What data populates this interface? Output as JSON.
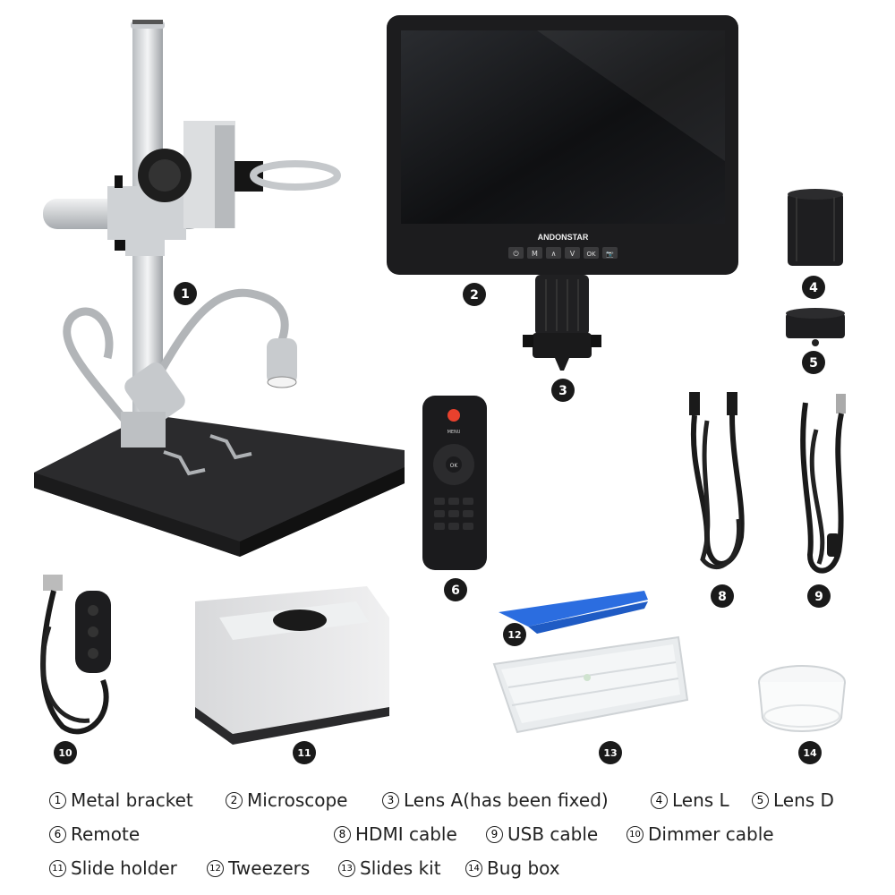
{
  "brand_text": "ANDONSTAR",
  "screen_buttons": [
    "⏻",
    "M",
    "∧",
    "V",
    "OK",
    "📷"
  ],
  "remote": {
    "menu_label": "MENU",
    "ok_label": "OK"
  },
  "badges": [
    "1",
    "2",
    "3",
    "4",
    "5",
    "6",
    "8",
    "9",
    "10",
    "11",
    "12",
    "13",
    "14"
  ],
  "legend": [
    {
      "num": "1",
      "text": "Metal bracket"
    },
    {
      "num": "2",
      "text": "Microscope"
    },
    {
      "num": "3",
      "text": "Lens A(has been fixed)"
    },
    {
      "num": "4",
      "text": "Lens L"
    },
    {
      "num": "5",
      "text": "Lens D"
    },
    {
      "num": "6",
      "text": "Remote"
    },
    {
      "num": "8",
      "text": "HDMI cable"
    },
    {
      "num": "9",
      "text": "USB cable"
    },
    {
      "num": "10",
      "text": "Dimmer cable"
    },
    {
      "num": "11",
      "text": "Slide holder"
    },
    {
      "num": "12",
      "text": "Tweezers"
    },
    {
      "num": "13",
      "text": "Slides kit"
    },
    {
      "num": "14",
      "text": "Bug box"
    }
  ]
}
